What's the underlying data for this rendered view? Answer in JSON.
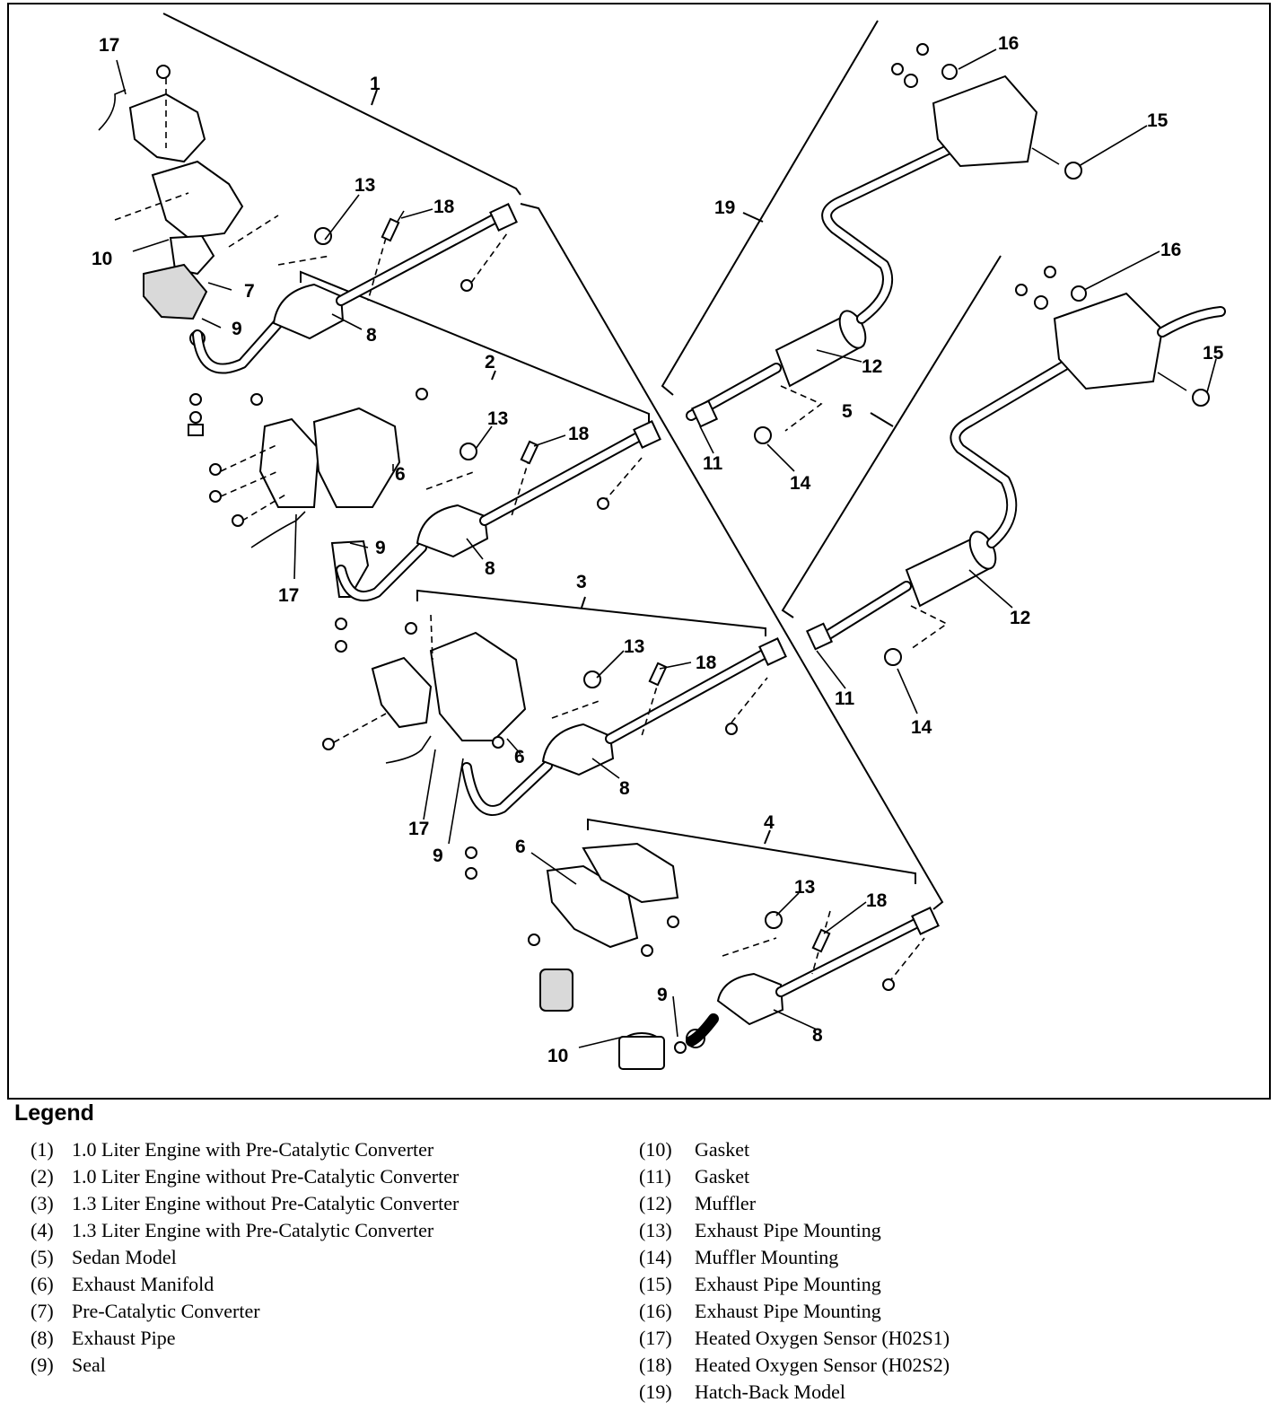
{
  "diagram": {
    "callouts": {
      "c1": "1",
      "c2": "2",
      "c3": "3",
      "c4": "4",
      "c5": "5",
      "c6": "6",
      "c7": "7",
      "c8": "8",
      "c9": "9",
      "c10": "10",
      "c11": "11",
      "c12": "12",
      "c13": "13",
      "c14": "14",
      "c15": "15",
      "c16": "16",
      "c17": "17",
      "c18": "18",
      "c19": "19"
    }
  },
  "legend": {
    "title": "Legend",
    "left": [
      {
        "num": "(1)",
        "text": "1.0 Liter Engine with Pre-Catalytic Converter"
      },
      {
        "num": "(2)",
        "text": "1.0 Liter Engine without Pre-Catalytic Converter"
      },
      {
        "num": "(3)",
        "text": "1.3 Liter Engine without Pre-Catalytic Converter"
      },
      {
        "num": "(4)",
        "text": "1.3 Liter Engine with Pre-Catalytic Converter"
      },
      {
        "num": "(5)",
        "text": "Sedan Model"
      },
      {
        "num": "(6)",
        "text": "Exhaust Manifold"
      },
      {
        "num": "(7)",
        "text": "Pre-Catalytic Converter"
      },
      {
        "num": "(8)",
        "text": "Exhaust Pipe"
      },
      {
        "num": "(9)",
        "text": "Seal"
      }
    ],
    "right": [
      {
        "num": "(10)",
        "text": "Gasket"
      },
      {
        "num": "(11)",
        "text": "Gasket"
      },
      {
        "num": "(12)",
        "text": "Muffler"
      },
      {
        "num": "(13)",
        "text": "Exhaust Pipe Mounting"
      },
      {
        "num": "(14)",
        "text": "Muffler Mounting"
      },
      {
        "num": "(15)",
        "text": "Exhaust Pipe Mounting"
      },
      {
        "num": "(16)",
        "text": "Exhaust Pipe Mounting"
      },
      {
        "num": "(17)",
        "text": "Heated Oxygen Sensor (H02S1)"
      },
      {
        "num": "(18)",
        "text": "Heated Oxygen Sensor (H02S2)"
      },
      {
        "num": "(19)",
        "text": "Hatch-Back Model"
      }
    ]
  }
}
